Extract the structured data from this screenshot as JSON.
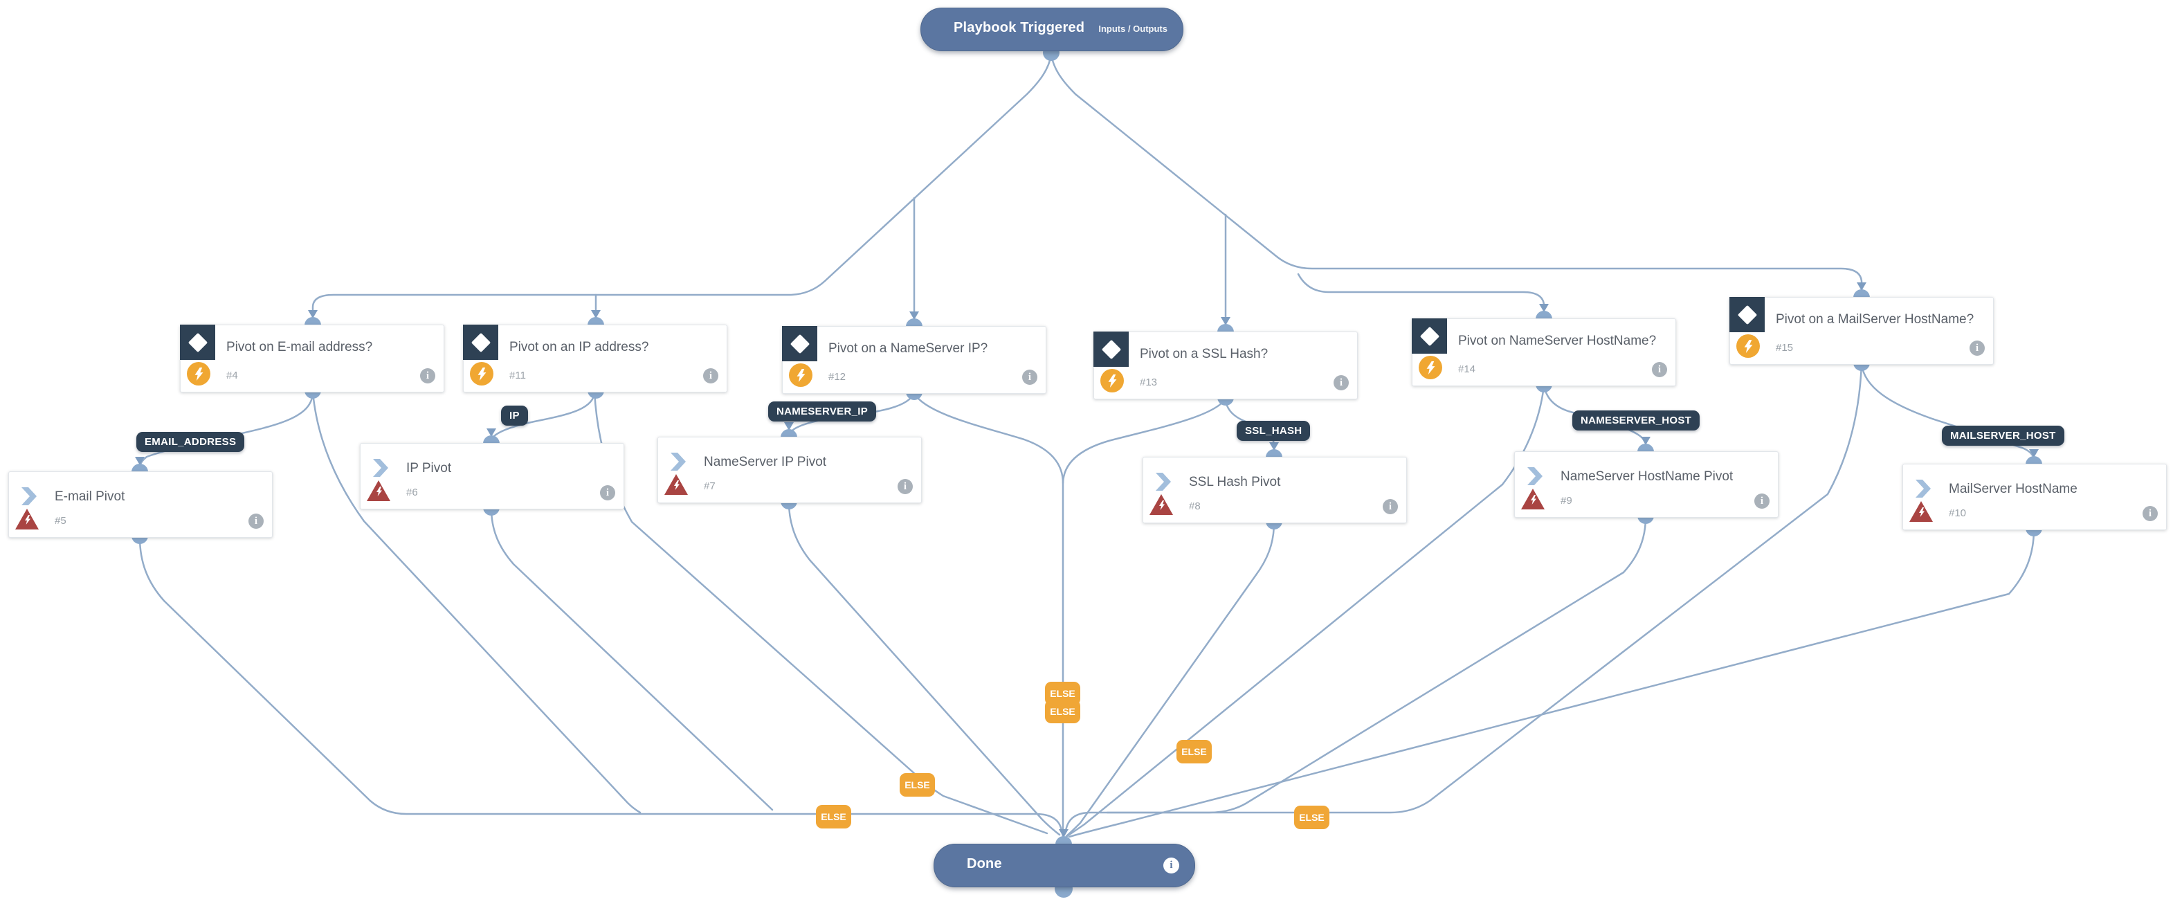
{
  "terminals": {
    "playbook_triggered": {
      "title": "Playbook Triggered",
      "link": "Inputs / Outputs"
    },
    "done": {
      "title": "Done"
    }
  },
  "conditions": [
    {
      "title": "Pivot on E-mail address?",
      "num": "#4"
    },
    {
      "title": "Pivot on an IP address?",
      "num": "#11"
    },
    {
      "title": "Pivot on a NameServer IP?",
      "num": "#12"
    },
    {
      "title": "Pivot on a SSL Hash?",
      "num": "#13"
    },
    {
      "title": "Pivot on NameServer HostName?",
      "num": "#14"
    },
    {
      "title": "Pivot on a MailServer HostName?",
      "num": "#15"
    }
  ],
  "tasks": [
    {
      "title": "E-mail Pivot",
      "num": "#5"
    },
    {
      "title": "IP Pivot",
      "num": "#6"
    },
    {
      "title": "NameServer IP Pivot",
      "num": "#7"
    },
    {
      "title": "SSL Hash Pivot",
      "num": "#8"
    },
    {
      "title": "NameServer HostName Pivot",
      "num": "#9"
    },
    {
      "title": "MailServer HostName",
      "num": "#10"
    }
  ],
  "edge_labels": [
    "EMAIL_ADDRESS",
    "IP",
    "NAMESERVER_IP",
    "SSL_HASH",
    "NAMESERVER_HOST",
    "MAILSERVER_HOST"
  ],
  "else_labels": [
    "ELSE",
    "ELSE",
    "ELSE",
    "ELSE",
    "ELSE",
    "ELSE"
  ],
  "icons": {
    "condition": "diamond-icon",
    "automation": "lightning-icon",
    "error": "error-lightning-icon",
    "task": "chevron-icon",
    "info": "info-icon"
  },
  "colors": {
    "terminal_pill": "#5b76a1",
    "condition_header": "#2e4154",
    "edge_line": "#93acc9",
    "connector": "#8aa9cc",
    "else_badge": "#f0a636",
    "automation_badge": "#f0a732",
    "error_badge": "#a94442",
    "card_title": "#5a6069",
    "task_number": "#9aa1a8"
  }
}
